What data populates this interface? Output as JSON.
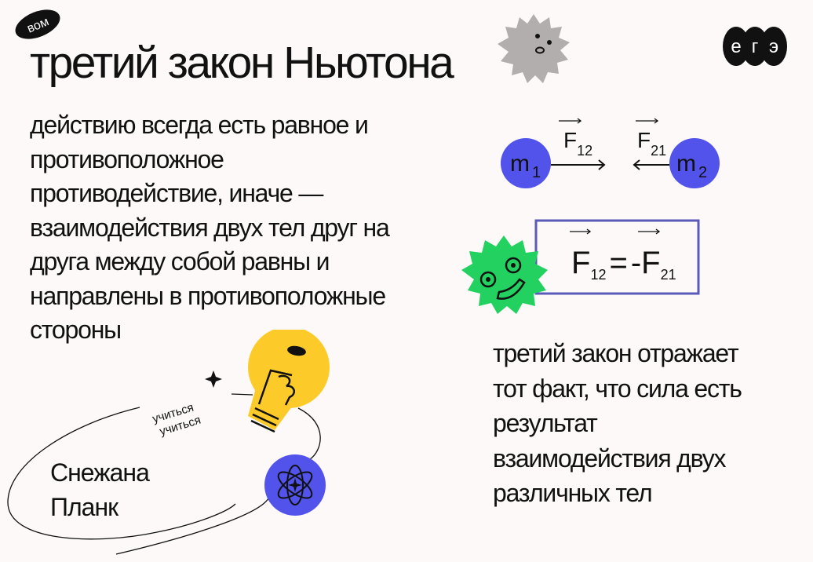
{
  "badge": {
    "label": "вом"
  },
  "logo": {
    "label": "егэ",
    "letters": [
      "е",
      "г",
      "э"
    ]
  },
  "title": "третий закон Ньютона",
  "body_lines": [
    "действию всегда есть равное и",
    "противоположное",
    "противодействие, иначе —",
    "взаимодействия двух тел друг на",
    "друга между собой равны и",
    "направлены в противоположные",
    "стороны"
  ],
  "diagram": {
    "m1": {
      "base": "m",
      "sub": "1"
    },
    "m2": {
      "base": "m",
      "sub": "2"
    },
    "f12": {
      "base": "F",
      "sub": "12"
    },
    "f21": {
      "base": "F",
      "sub": "21"
    },
    "formula": {
      "left_base": "F",
      "left_sub": "12",
      "eq": "=",
      "right_base": "-F",
      "right_sub": "21"
    }
  },
  "right_lines": [
    "третий закон отражает",
    "тот факт, что сила есть",
    "результат",
    "взаимодействия двух",
    "различных тел"
  ],
  "sticker": {
    "line1": "учиться",
    "line2": "учиться"
  },
  "author": {
    "first": "Снежана",
    "last": "Планк"
  },
  "colors": {
    "background": "#fcf9f8",
    "blue": "#5153ea",
    "green": "#22d160",
    "yellow": "#fccb2a",
    "gray": "#b3aeae",
    "box_border": "#5a5ab8"
  }
}
